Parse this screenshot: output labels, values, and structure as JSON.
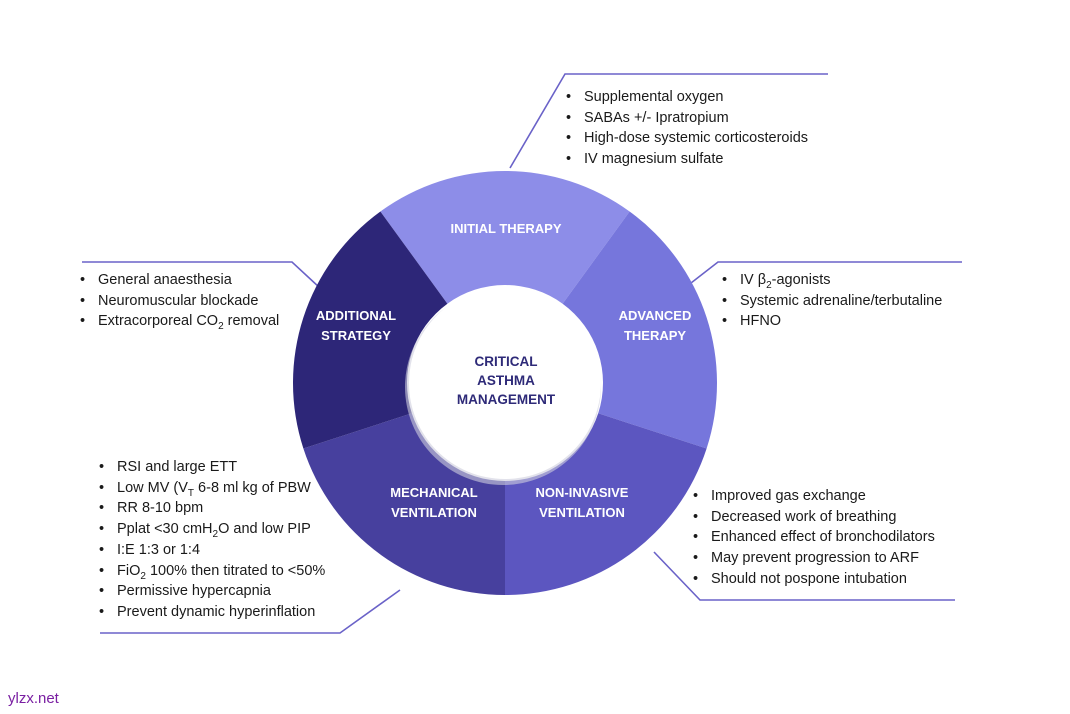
{
  "center": {
    "lines": [
      "CRITICAL",
      "ASTHMA",
      "MANAGEMENT"
    ]
  },
  "segments": [
    {
      "id": "initial",
      "lines": [
        "INITIAL THERAPY"
      ],
      "color": "#8d8de8"
    },
    {
      "id": "advanced",
      "lines": [
        "ADVANCED",
        "THERAPY"
      ],
      "color": "#7676dc"
    },
    {
      "id": "niv",
      "lines": [
        "NON-INVASIVE",
        "VENTILATION"
      ],
      "color": "#5c56c0"
    },
    {
      "id": "mechanical",
      "lines": [
        "MECHANICAL",
        "VENTILATION"
      ],
      "color": "#47409e"
    },
    {
      "id": "additional",
      "lines": [
        "ADDITIONAL",
        "STRATEGY"
      ],
      "color": "#2d2678"
    }
  ],
  "lists": {
    "initial": [
      "Supplemental oxygen",
      "SABAs +/- Ipratropium",
      "High-dose systemic corticosteroids",
      "IV magnesium sulfate"
    ],
    "advanced": [
      "IV β2-agonists",
      "Systemic adrenaline/terbutaline",
      "HFNO"
    ],
    "niv": [
      "Improved gas exchange",
      "Decreased work of breathing",
      "Enhanced effect of bronchodilators",
      "May prevent progression to ARF",
      "Should not pospone intubation"
    ],
    "mechanical": [
      "RSI and large ETT",
      "Low MV (VT 6-8 ml kg of PBW",
      "RR 8-10 bpm",
      "Pplat <30 cmH2O and low PIP",
      "I:E 1:3 or 1:4",
      "FiO2 100% then titrated to <50%",
      "Permissive hypercapnia",
      "Prevent dynamic hyperinflation"
    ],
    "additional": [
      "General anaesthesia",
      "Neuromuscular blockade",
      "Extracorporeal CO2 removal"
    ]
  },
  "leader_color": "#6a62c8",
  "watermark": "ylzx.net"
}
